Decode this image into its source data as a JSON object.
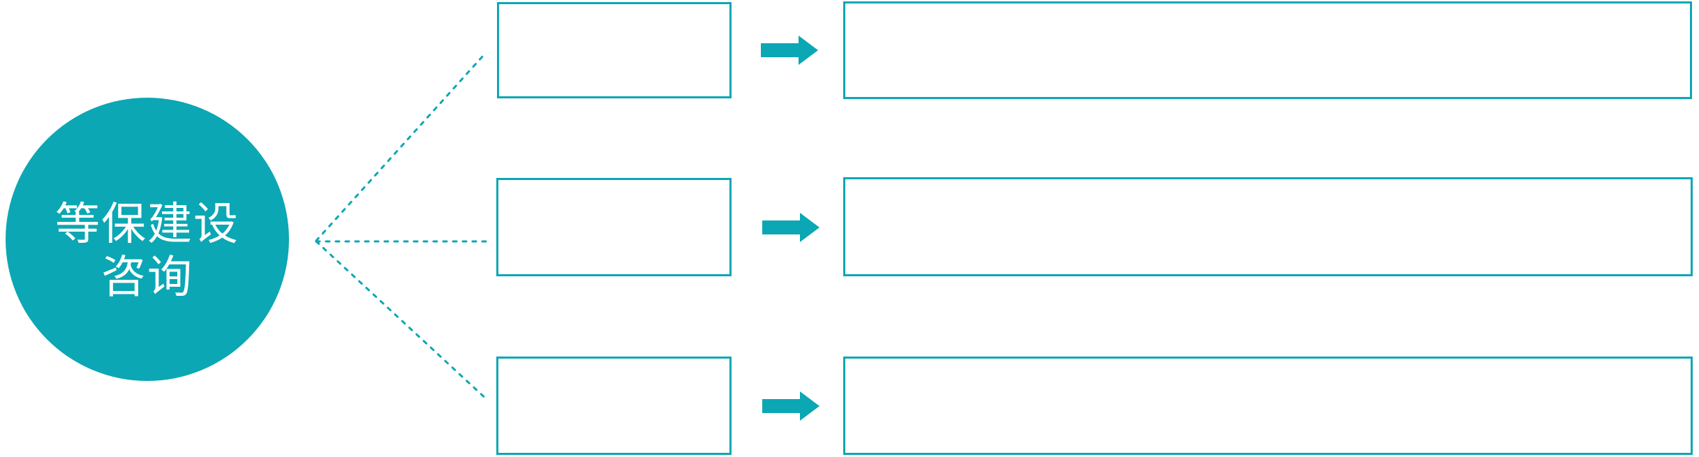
{
  "colors": {
    "teal_accent": "#0ba7b4",
    "background": "#ffffff",
    "circle_text": "#ffffff"
  },
  "circle": {
    "line1": "等保建设",
    "line2": "咨询"
  },
  "rows": [
    {
      "small_box_text": "",
      "large_box_text": ""
    },
    {
      "small_box_text": "",
      "large_box_text": ""
    },
    {
      "small_box_text": "",
      "large_box_text": ""
    }
  ],
  "icons": {
    "arrow": "right-block-arrow",
    "connector": "dotted-line"
  }
}
